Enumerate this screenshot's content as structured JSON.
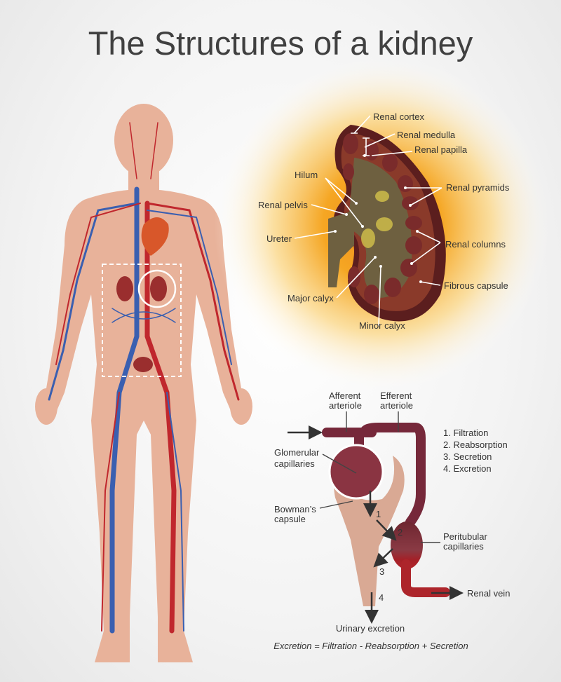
{
  "title": "The Structures of a kidney",
  "colors": {
    "skin": "#e8b29a",
    "artery": "#c0272d",
    "vein": "#3a5fb0",
    "kidney_dark": "#5b1e1e",
    "glow": "#f5a623",
    "vessel": "#7b2a35",
    "text": "#404040"
  },
  "kidney_labels": {
    "renal_cortex": "Renal cortex",
    "renal_medulla": "Renal medulla",
    "renal_papilla": "Renal papilla",
    "hilum": "Hilum",
    "renal_pelvis": "Renal pelvis",
    "ureter": "Ureter",
    "renal_pyramids": "Renal pyramids",
    "renal_columns": "Renal columns",
    "fibrous_capsule": "Fibrous capsule",
    "major_calyx": "Major calyx",
    "minor_calyx": "Minor calyx"
  },
  "nephron": {
    "afferent": [
      "Afferent",
      "arteriole"
    ],
    "efferent": [
      "Efferent",
      "arteriole"
    ],
    "glomerular": [
      "Glomerular",
      "capillaries"
    ],
    "bowmans": [
      "Bowman’s",
      "capsule"
    ],
    "peritubular": [
      "Peritubular",
      "capillaries"
    ],
    "renal_vein": "Renal vein",
    "urinary_excretion": "Urinary excretion",
    "steps": [
      "1. Filtration",
      "2. Reabsorption",
      "3. Secretion",
      "4. Excretion"
    ],
    "step_numbers": [
      "1",
      "2",
      "3",
      "4"
    ],
    "formula": "Excretion = Filtration - Reabsorption + Secretion"
  }
}
